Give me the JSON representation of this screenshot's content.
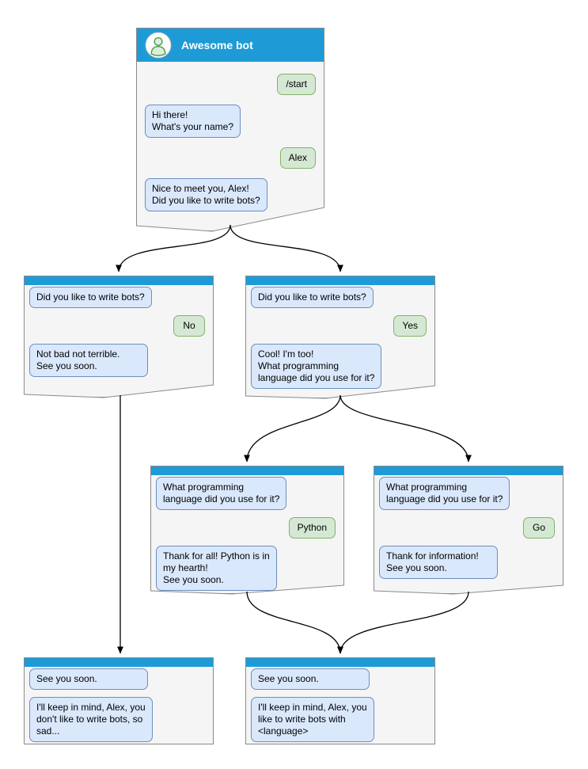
{
  "colors": {
    "header_blue": "#1e9bd7",
    "bot_bubble_bg": "#dae8fc",
    "bot_bubble_border": "#6c8ebf",
    "user_bubble_bg": "#d5e8d4",
    "user_bubble_border": "#82b366",
    "window_bg": "#f5f5f5",
    "window_border": "#8a8a8a",
    "connector": "#000000"
  },
  "root": {
    "title": "Awesome bot",
    "avatar_icon": "user-icon",
    "msg_start": "/start",
    "msg_ask_name": "Hi there!\nWhat's your name?",
    "msg_name": "Alex",
    "msg_ask_bots": "Nice to meet you, Alex!\nDid you like to write bots?"
  },
  "branch_no": {
    "question": "Did you like to write bots?",
    "answer": "No",
    "reply": "Not bad not terrible.\nSee you soon."
  },
  "branch_yes": {
    "question": "Did you like to write bots?",
    "answer": "Yes",
    "reply": "Cool! I'm too!\nWhat programming\nlanguage did you use for it?"
  },
  "branch_python": {
    "question": "What programming\nlanguage did you use for it?",
    "answer": "Python",
    "reply": "Thank for all! Python is in\nmy hearth!\nSee you soon."
  },
  "branch_go": {
    "question": "What programming\nlanguage did you use for it?",
    "answer": "Go",
    "reply": "Thank for information!\nSee you soon."
  },
  "end_no": {
    "message": "See you soon.",
    "reply": "I'll keep in mind, Alex, you\ndon't like to write bots, so\nsad..."
  },
  "end_yes": {
    "message": "See you soon.",
    "reply": "I'll keep in mind, Alex, you\nlike to write bots with\n<language>"
  }
}
